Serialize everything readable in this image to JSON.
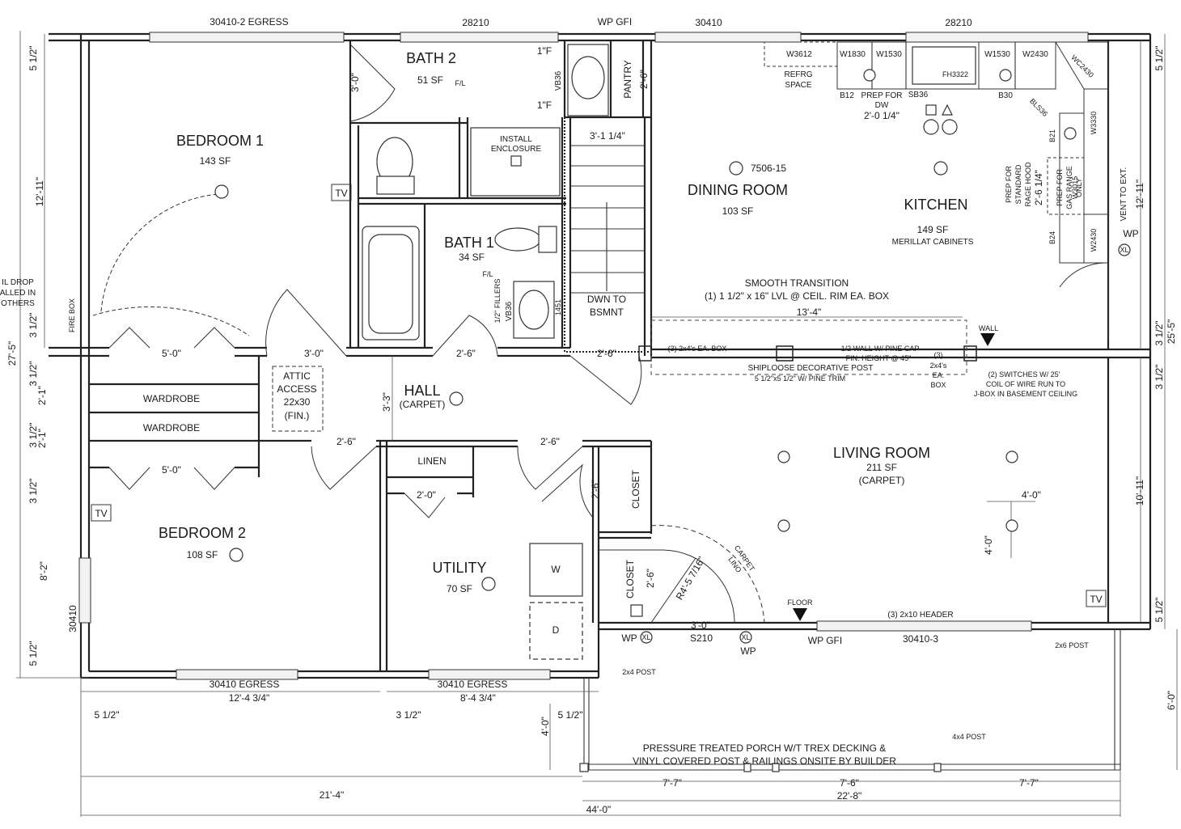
{
  "rooms": {
    "bedroom1": {
      "name": "BEDROOM 1",
      "sf": "143 SF"
    },
    "bath2": {
      "name": "BATH 2",
      "sf": "51 SF"
    },
    "bath1": {
      "name": "BATH 1",
      "sf": "34 SF"
    },
    "dining": {
      "name": "DINING ROOM",
      "sf": "103 SF"
    },
    "kitchen": {
      "name": "KITCHEN",
      "sf": "149 SF",
      "note": "MERILLAT CABINETS"
    },
    "hall": {
      "name": "HALL",
      "sf": "(CARPET)"
    },
    "living": {
      "name": "LIVING ROOM",
      "sf": "211 SF",
      "note": "(CARPET)"
    },
    "bedroom2": {
      "name": "BEDROOM 2",
      "sf": "108 SF"
    },
    "utility": {
      "name": "UTILITY",
      "sf": "70 SF"
    }
  },
  "windows_top": [
    "30410-2 EGRESS",
    "28210",
    "WP GFI",
    "30410",
    "28210"
  ],
  "cabinets": [
    "W3612",
    "W1830",
    "W1530",
    "W1530",
    "W2430",
    "WC2430",
    "REFRG",
    "SPACE",
    "FH3322",
    "B12",
    "PREP FOR",
    "DW",
    "2'-0 1/4\"",
    "SB36",
    "B30",
    "BLS36",
    "B21",
    "W3330",
    "W3015",
    "B24",
    "W2430"
  ],
  "kitchen_notes": {
    "hood": [
      "PREP FOR",
      "STANDARD",
      "RAGE HOOD"
    ],
    "hood_dim": "2'-6 1/4\"",
    "range": [
      "PREP FOR",
      "GAS RANGE",
      "ONLY"
    ],
    "vent": "VENT TO EXT.",
    "wp": "WP",
    "xl": "XL",
    "light": "7506-15"
  },
  "labels": {
    "tv": "TV",
    "pantry": "PANTRY",
    "install_enclosure": [
      "INSTALL",
      "ENCLOSURE"
    ],
    "vb36": "VB36",
    "fl": "F/L",
    "one_f": "1\"F",
    "fillers": "1/2\" FILLERS",
    "vb_small": "1451",
    "stairs_dim": "3'-1 1/4\"",
    "dwn": [
      "DWN TO",
      "BSMNT"
    ],
    "attic": [
      "ATTIC",
      "ACCESS",
      "22x30",
      "(FIN.)"
    ],
    "wardrobe": "WARDROBE",
    "linen": "LINEN",
    "closet": "CLOSET",
    "gfi_drop": [
      "IL DROP",
      "ALLED IN",
      "OTHERS"
    ],
    "fire_box": "FIRE BOX",
    "washer": "W",
    "dryer": "D",
    "carpet_lino": [
      "CARPET",
      "LINO"
    ],
    "radius": "R4'-5 7/16\"",
    "s210": "S210",
    "wp": "WP",
    "xl": "XL",
    "wp_gfi": "WP GFI",
    "window_30410_3": "30410-3",
    "header": "(3) 2x10 HEADER",
    "floor": "FLOOR",
    "wall": "WALL",
    "post_2x6": "2x6  POST",
    "post_2x4": "2x4 POST",
    "post_4x4": "4x4 POST",
    "window_30410": "30410"
  },
  "notes": {
    "transition": [
      "SMOOTH TRANSITION",
      "(1) 1 1/2\" x 16\" LVL @ CEIL. RIM EA. BOX"
    ],
    "wall_cap": [
      "1/2 WALL W/ PINE CAP",
      "FIN. HEIGHT @ 45\""
    ],
    "post": [
      "SHIPLOOSE DECORATIVE POST",
      "5 1/2\"x5 1/2\" W/ PINE TRIM"
    ],
    "box_left": "(3) 2x4's EA. BOX",
    "box_right": [
      "(3)",
      "2x4's",
      "EA.",
      "BOX"
    ],
    "switches": [
      "(2) SWITCHES W/ 25'",
      "COIL OF WIRE RUN TO",
      "J-BOX IN BASEMENT CEILING"
    ],
    "porch": [
      "PRESSURE TREATED PORCH W/T TREX DECKING &",
      "VINYL COVERED POST & RAILINGS ONSITE BY BUILDER"
    ]
  },
  "dims": {
    "d_3_0_bath": "3'-0\"",
    "d_2_6_pantry": "2'-6\"",
    "d_12_11_left": "12'-11\"",
    "d_12_11_right": "12'-11\"",
    "d_5_1_2": "5 1/2\"",
    "d_3_1_2": "3 1/2\"",
    "d_2_1": "2'-1\"",
    "d_27_5": "27'-5\"",
    "d_25_5": "25'-5\"",
    "d_8_2": "8'-2\"",
    "d_10_11": "10'-11\"",
    "d_6_0": "6'-0\"",
    "d_5_0": "5'-0\"",
    "d_3_0": "3'-0\"",
    "d_2_6": "2'-6\"",
    "d_3_3": "3'-3\"",
    "d_2_0": "2'-0\"",
    "d_13_4": "13'-4\"",
    "d_4_0": "4'-0\"",
    "d_12_4": "12'-4 3/4\"",
    "d_8_4": "8'-4 3/4\"",
    "egress1": "30410 EGRESS",
    "egress2": "30410 EGRESS",
    "d_7_7a": "7'-7\"",
    "d_7_6": "7'-6\"",
    "d_7_7b": "7'-7\"",
    "d_21_4": "21'-4\"",
    "d_22_8": "22'-8\"",
    "d_44_0": "44'-0\""
  }
}
